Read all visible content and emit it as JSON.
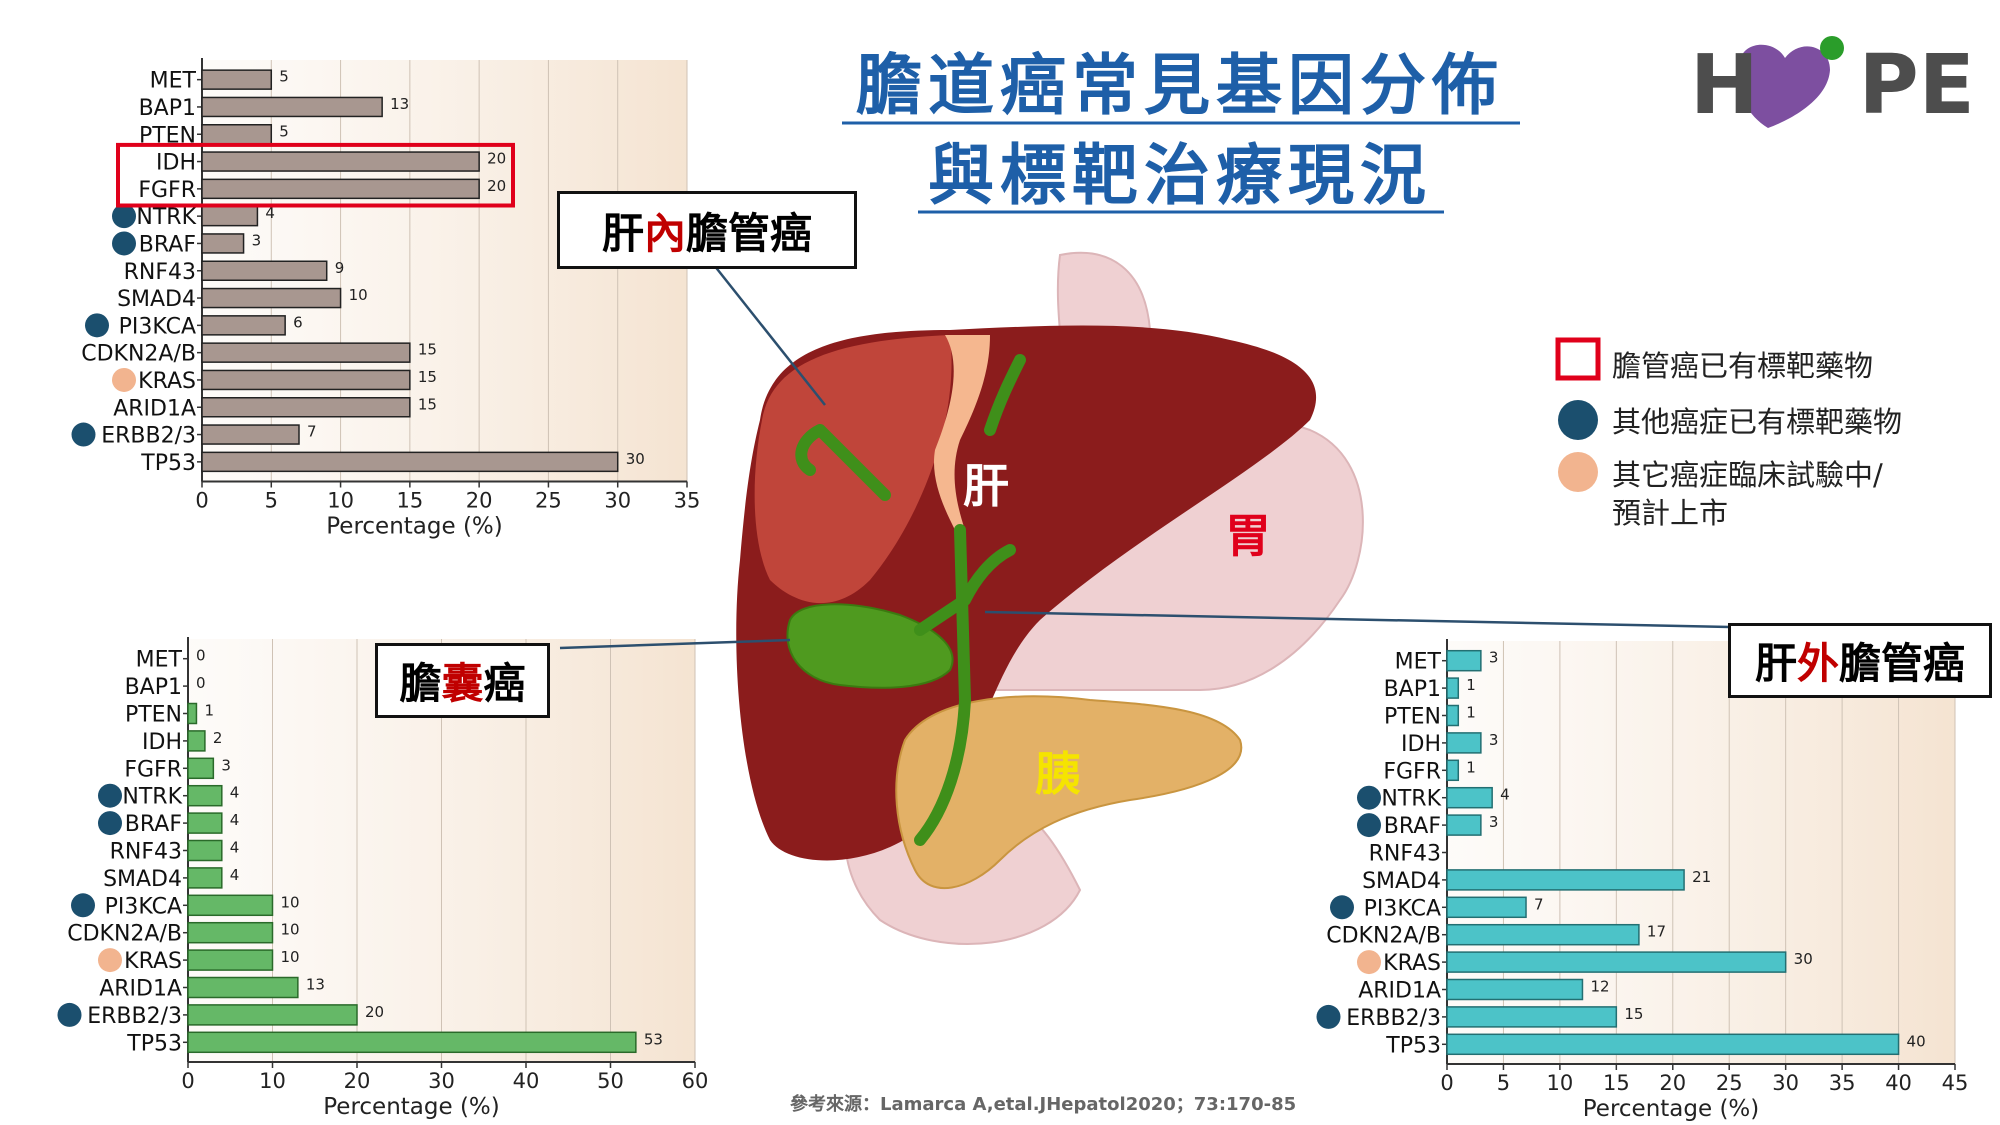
{
  "title": {
    "line1": "膽道癌常見基因分佈",
    "line2": "與標靶治療現況"
  },
  "logo": {
    "left": "H",
    "right": "PE"
  },
  "callouts": {
    "intrahepatic": {
      "a": "肝",
      "b": "內",
      "c": "膽管癌"
    },
    "gallbladder": {
      "a": "膽",
      "b": "囊",
      "c": "癌"
    },
    "extrahepatic": {
      "a": "肝",
      "b": "外",
      "c": "膽管癌"
    }
  },
  "organs": {
    "liver": "肝",
    "stomach": "胃",
    "pancreas": "胰"
  },
  "legend": {
    "items": [
      {
        "text": "膽管癌已有標靶藥物"
      },
      {
        "text": "其他癌症已有標靶藥物"
      },
      {
        "text": "其它癌症臨床試驗中/"
      }
    ],
    "continuation": "預計上市"
  },
  "source": "參考來源：Lamarca A,etal.JHepatol2020；73:170-85",
  "colors": {
    "title": "#1e5fa8",
    "marker_dark": "#1b4f6e",
    "marker_light": "#f2b48f",
    "highlight": "#e0001b",
    "bar_intrahepatic": "#a89790",
    "bar_gallbladder": "#65b867",
    "bar_extrahepatic": "#4cc3c8"
  },
  "chart_data": [
    {
      "type": "bar",
      "orientation": "horizontal",
      "categories": [
        "MET",
        "BAP1",
        "PTEN",
        "IDH",
        "FGFR",
        "NTRK",
        "BRAF",
        "RNF43",
        "SMAD4",
        "PI3KCA",
        "CDKN2A/B",
        "KRAS",
        "ARID1A",
        "ERBB2/3",
        "TP53"
      ],
      "values": [
        5,
        13,
        5,
        20,
        20,
        4,
        3,
        9,
        10,
        6,
        15,
        15,
        15,
        7,
        30
      ],
      "markers": [
        "",
        "",
        "",
        "",
        "",
        "dark",
        "dark",
        "",
        "",
        "dark",
        "",
        "light",
        "",
        "dark",
        ""
      ],
      "highlighted": [
        "IDH",
        "FGFR"
      ],
      "xlabel": "Percentage (%)",
      "xlim": [
        0,
        35
      ],
      "xticks": [
        0,
        5,
        10,
        15,
        20,
        25,
        30,
        35
      ]
    },
    {
      "type": "bar",
      "orientation": "horizontal",
      "categories": [
        "MET",
        "BAP1",
        "PTEN",
        "IDH",
        "FGFR",
        "NTRK",
        "BRAF",
        "RNF43",
        "SMAD4",
        "PI3KCA",
        "CDKN2A/B",
        "KRAS",
        "ARID1A",
        "ERBB2/3",
        "TP53"
      ],
      "values": [
        0,
        0,
        1,
        2,
        3,
        4,
        4,
        4,
        4,
        10,
        10,
        10,
        13,
        20,
        53
      ],
      "markers": [
        "",
        "",
        "",
        "",
        "",
        "dark",
        "dark",
        "",
        "",
        "dark",
        "",
        "light",
        "",
        "dark",
        ""
      ],
      "xlabel": "Percentage (%)",
      "xlim": [
        0,
        60
      ],
      "xticks": [
        0,
        10,
        20,
        30,
        40,
        50,
        60
      ]
    },
    {
      "type": "bar",
      "orientation": "horizontal",
      "categories": [
        "MET",
        "BAP1",
        "PTEN",
        "IDH",
        "FGFR",
        "NTRK",
        "BRAF",
        "RNF43",
        "SMAD4",
        "PI3KCA",
        "CDKN2A/B",
        "KRAS",
        "ARID1A",
        "ERBB2/3",
        "TP53"
      ],
      "values": [
        3,
        1,
        1,
        3,
        1,
        4,
        3,
        null,
        21,
        7,
        17,
        30,
        12,
        15,
        40
      ],
      "markers": [
        "",
        "",
        "",
        "",
        "",
        "dark",
        "dark",
        "",
        "",
        "dark",
        "",
        "light",
        "",
        "dark",
        ""
      ],
      "xlabel": "Percentage (%)",
      "xlim": [
        0,
        45
      ],
      "xticks": [
        0,
        5,
        10,
        15,
        20,
        25,
        30,
        35,
        40,
        45
      ]
    }
  ]
}
